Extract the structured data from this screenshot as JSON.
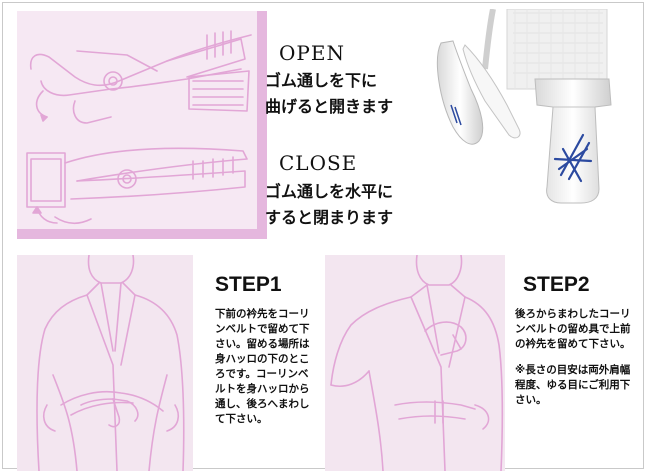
{
  "top": {
    "open": {
      "title": "OPEN",
      "lines": [
        "ゴム通しを下に",
        "曲げると開きます"
      ]
    },
    "close": {
      "title": "CLOSE",
      "lines": [
        "ゴム通しを水平に",
        "すると閉まります"
      ]
    }
  },
  "steps": [
    {
      "title": "STEP1",
      "lines": [
        "下前の衿先をコーリ",
        "ンベルトで留めて下",
        "さい。留める場所は",
        "身ハッロの下のとこ",
        "ろです。コーリンベ",
        "ルトを身ハッロから",
        "通し、後ろへまわし",
        "て下さい。"
      ]
    },
    {
      "title": "STEP2",
      "lines": [
        "後ろからまわしたコーリ",
        "ンベルトの留め具で上前",
        "の衿先を留めて下さい。"
      ],
      "note_lines": [
        "※長さの目安は両外肩幅",
        "程度、ゆる目にご利用下",
        "さい。"
      ]
    }
  ],
  "colors": {
    "pink_line": "#e2a6d6",
    "pink_bg": "#f6e8f3",
    "pink_band": "#e5b7de",
    "logo_blue": "#2c4aa0"
  }
}
